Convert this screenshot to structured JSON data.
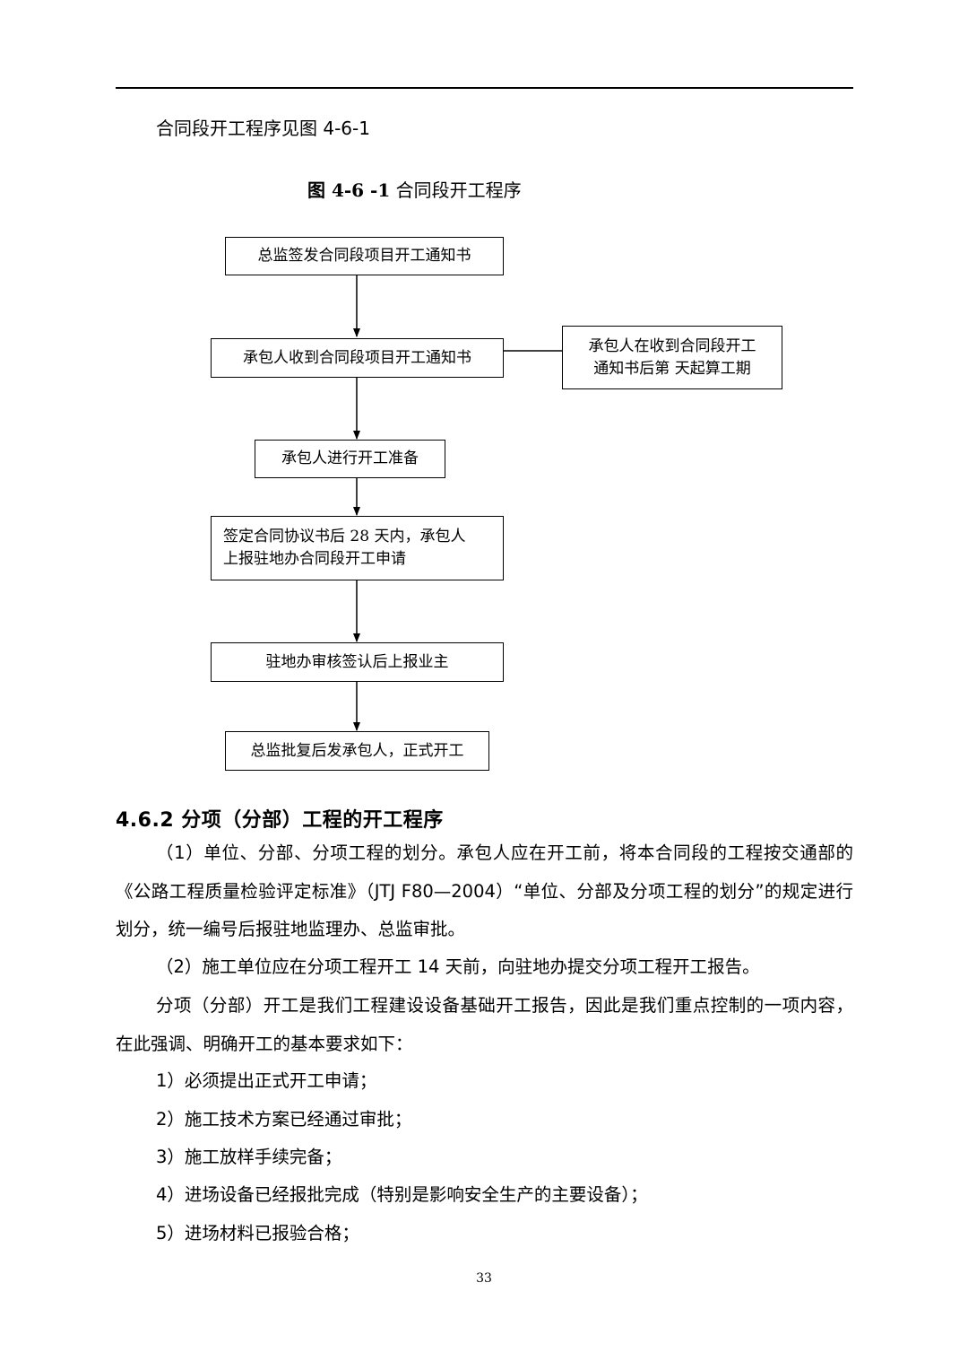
{
  "intro_line": "合同段开工程序见图 4-6-1",
  "figure": {
    "number": "图 4-6 -1",
    "title": "合同段开工程序",
    "boxes": [
      "总监签发合同段项目开工通知书",
      "承包人收到合同段项目开工通知书",
      "承包人在收到合同段开工\n通知书后第  天起算工期",
      "承包人进行开工准备",
      "签定合同协议书后 28 天内，承包人\n上报驻地办合同段开工申请",
      "驻地办审核签认后上报业主",
      "总监批复后发承包人，正式开工"
    ]
  },
  "section": {
    "heading": "4.6.2  分项（分部）工程的开工程序",
    "paragraphs": [
      "（1）单位、分部、分项工程的划分。承包人应在开工前，将本合同段的工程按交通部的《公路工程质量检验评定标准》（JTJ F80—2004）“单位、分部及分项工程的划分”的规定进行划分，统一编号后报驻地监理办、总监审批。",
      "（2）施工单位应在分项工程开工 14 天前，向驻地办提交分项工程开工报告。",
      "分项（分部）开工是我们工程建设设备基础开工报告，因此是我们重点控制的一项内容，在此强调、明确开工的基本要求如下："
    ],
    "list": [
      "1）必须提出正式开工申请；",
      "2）施工技术方案已经通过审批；",
      "3）施工放样手续完备；",
      "4）进场设备已经报批完成（特别是影响安全生产的主要设备）；",
      "5）进场材料已报验合格；"
    ]
  },
  "page_number": "33"
}
